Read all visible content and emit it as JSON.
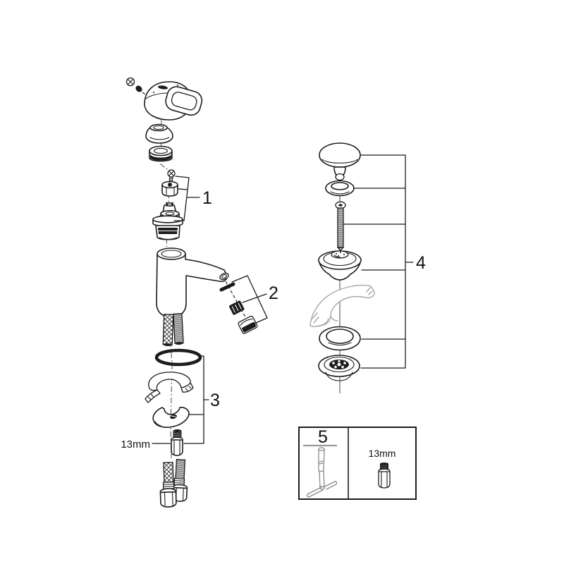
{
  "colors": {
    "background": "#ffffff",
    "line": "#1c1c1c",
    "muted_line": "#a8a8a8",
    "label_text": "#111111"
  },
  "callouts": {
    "one": {
      "label": "1"
    },
    "two": {
      "label": "2"
    },
    "three": {
      "label": "3"
    },
    "four": {
      "label": "4"
    },
    "five": {
      "label": "5"
    }
  },
  "labels": {
    "bolt_size": "13mm",
    "tool_size": "13mm"
  }
}
